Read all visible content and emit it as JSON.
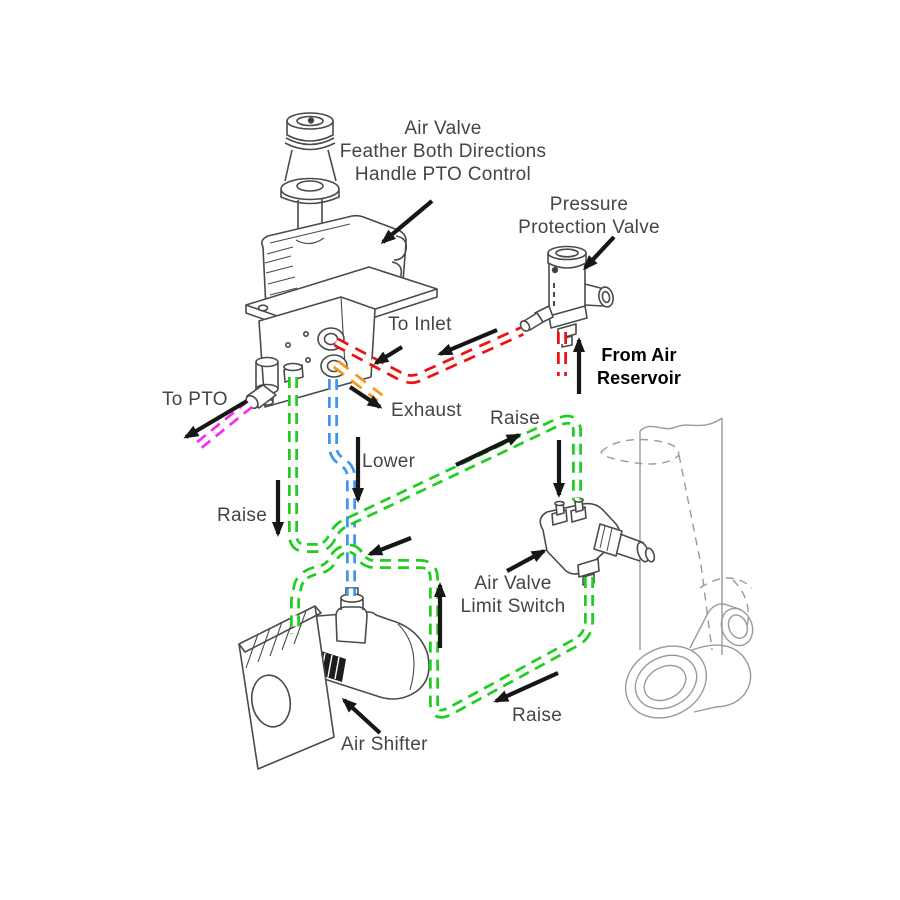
{
  "diagram_title": "PTO air valve pneumatic hose routing diagram",
  "labels": {
    "air_valve_1": "Air Valve",
    "air_valve_2": "Feather Both Directions",
    "air_valve_3": "Handle PTO Control",
    "pressure_1": "Pressure",
    "pressure_2": "Protection Valve",
    "to_inlet": "To Inlet",
    "reservoir_1": "From Air",
    "reservoir_2": "Reservoir",
    "to_pto": "To PTO",
    "exhaust": "Exhaust",
    "lower": "Lower",
    "raise_left": "Raise",
    "raise_upper": "Raise",
    "raise_bottom": "Raise",
    "limit_switch_1": "Air Valve",
    "limit_switch_2": "Limit Switch",
    "air_shifter": "Air Shifter"
  },
  "colors": {
    "supply_red": "#ee1111",
    "exhaust_orange": "#f8941d",
    "lower_blue": "#4095f2",
    "raise_green": "#22cc22",
    "pto_magenta": "#f230f2",
    "arrow_black": "#161616",
    "component_line": "#4a4a4a",
    "cylinder_line": "#9a9a9a"
  }
}
